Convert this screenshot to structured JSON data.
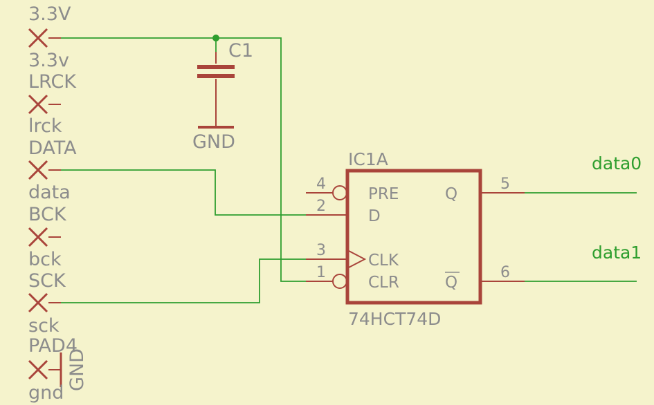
{
  "colors": {
    "background": "#f5f3cc",
    "wire": "#2e9e2e",
    "symbol": "#a9443a",
    "text": "#8c8c8c",
    "net_label": "#2e9e2e"
  },
  "pads": [
    {
      "name": "3.3V",
      "value": "3.3v"
    },
    {
      "name": "LRCK",
      "value": "lrck"
    },
    {
      "name": "DATA",
      "value": "data"
    },
    {
      "name": "BCK",
      "value": "bck"
    },
    {
      "name": "SCK",
      "value": "sck"
    },
    {
      "name": "PAD4",
      "value": "gnd"
    }
  ],
  "capacitor": {
    "name": "C1",
    "gnd_label": "GND"
  },
  "pad4_gnd_label": "GND",
  "ic": {
    "name": "IC1A",
    "value": "74HCT74D",
    "pins": {
      "pre": {
        "label": "PRE",
        "number": "4"
      },
      "d": {
        "label": "D",
        "number": "2"
      },
      "clk": {
        "label": "CLK",
        "number": "3"
      },
      "clr": {
        "label": "CLR",
        "number": "1"
      },
      "q": {
        "label": "Q",
        "number": "5"
      },
      "qbar": {
        "label": "Q",
        "number": "6"
      }
    }
  },
  "nets": {
    "out_q": "data0",
    "out_qbar": "data1"
  }
}
